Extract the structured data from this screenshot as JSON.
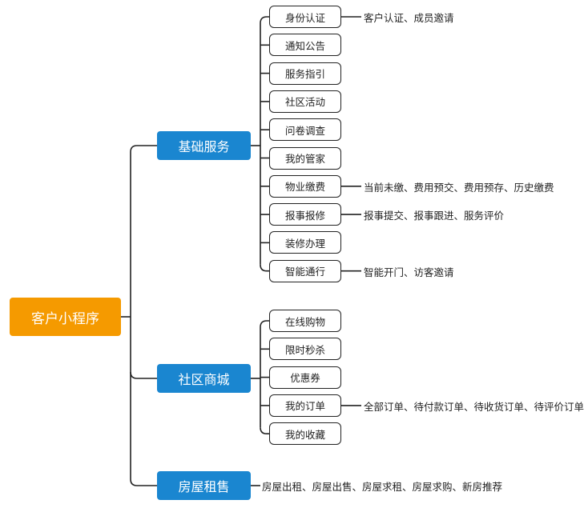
{
  "mindmap": {
    "root": "客户小程序",
    "branches": [
      {
        "label": "基础服务",
        "children": [
          {
            "label": "身份认证",
            "detail": "客户认证、成员邀请"
          },
          {
            "label": "通知公告"
          },
          {
            "label": "服务指引"
          },
          {
            "label": "社区活动"
          },
          {
            "label": "问卷调查"
          },
          {
            "label": "我的管家"
          },
          {
            "label": "物业缴费",
            "detail": "当前未缴、费用预交、费用预存、历史缴费"
          },
          {
            "label": "报事报修",
            "detail": "报事提交、报事跟进、服务评价"
          },
          {
            "label": "装修办理"
          },
          {
            "label": "智能通行",
            "detail": "智能开门、访客邀请"
          }
        ]
      },
      {
        "label": "社区商城",
        "children": [
          {
            "label": "在线购物"
          },
          {
            "label": "限时秒杀"
          },
          {
            "label": "优惠券"
          },
          {
            "label": "我的订单",
            "detail": "全部订单、待付款订单、待收货订单、待评价订单"
          },
          {
            "label": "我的收藏"
          }
        ]
      },
      {
        "label": "房屋租售",
        "detail": "房屋出租、房屋出售、房屋求租、房屋求购、新房推荐",
        "children": []
      }
    ]
  },
  "colors": {
    "root": "#f59a00",
    "category": "#1a86d0",
    "line": "#222222"
  }
}
